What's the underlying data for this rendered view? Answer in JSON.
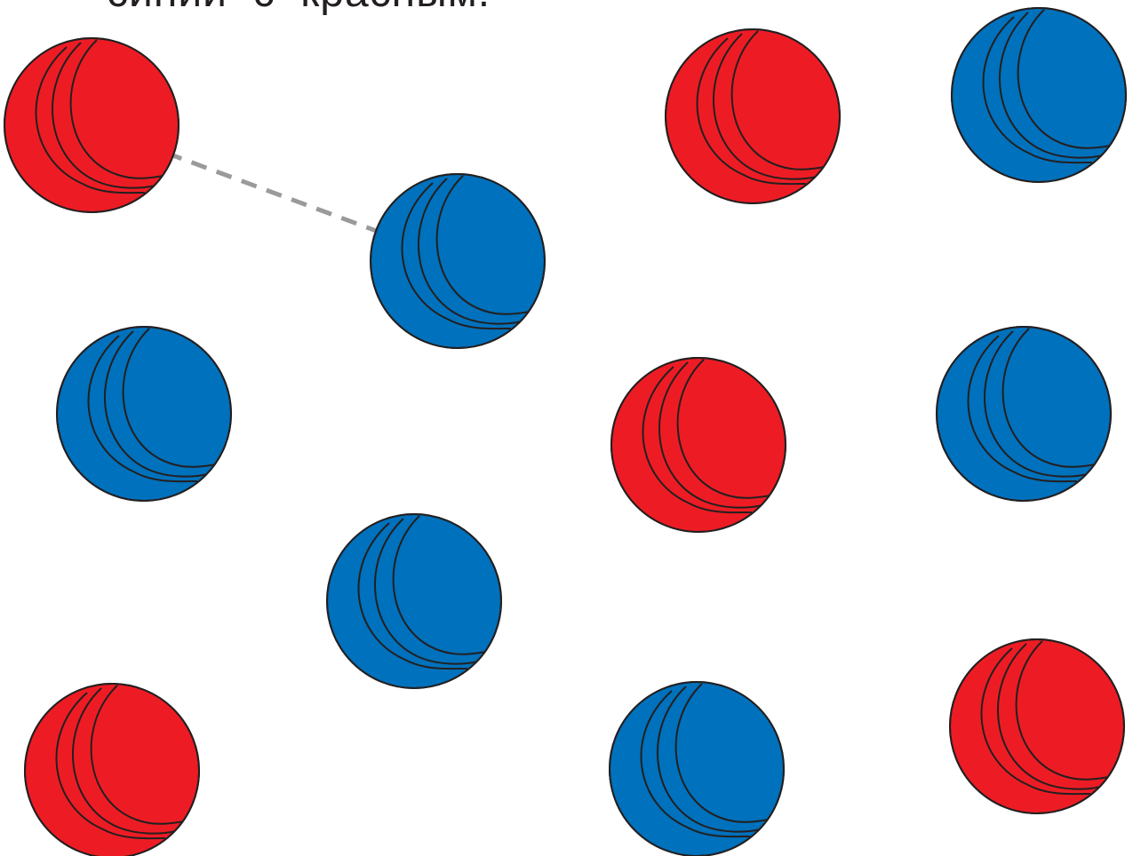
{
  "instruction": "синий  с  красным.",
  "colors": {
    "red": "#ed1c24",
    "blue": "#0071bc",
    "outline": "#231f20",
    "link": "#9a9a9a"
  },
  "balls": [
    {
      "id": "red-1",
      "color": "red"
    },
    {
      "id": "blue-1",
      "color": "blue"
    },
    {
      "id": "red-2",
      "color": "red"
    },
    {
      "id": "blue-2",
      "color": "blue"
    },
    {
      "id": "blue-3",
      "color": "blue"
    },
    {
      "id": "red-3",
      "color": "red"
    },
    {
      "id": "blue-4",
      "color": "blue"
    },
    {
      "id": "blue-5",
      "color": "blue"
    },
    {
      "id": "red-4",
      "color": "red"
    },
    {
      "id": "blue-6",
      "color": "blue"
    },
    {
      "id": "red-5",
      "color": "red"
    }
  ],
  "connections": [
    {
      "from": "red-1",
      "to": "blue-1"
    }
  ]
}
